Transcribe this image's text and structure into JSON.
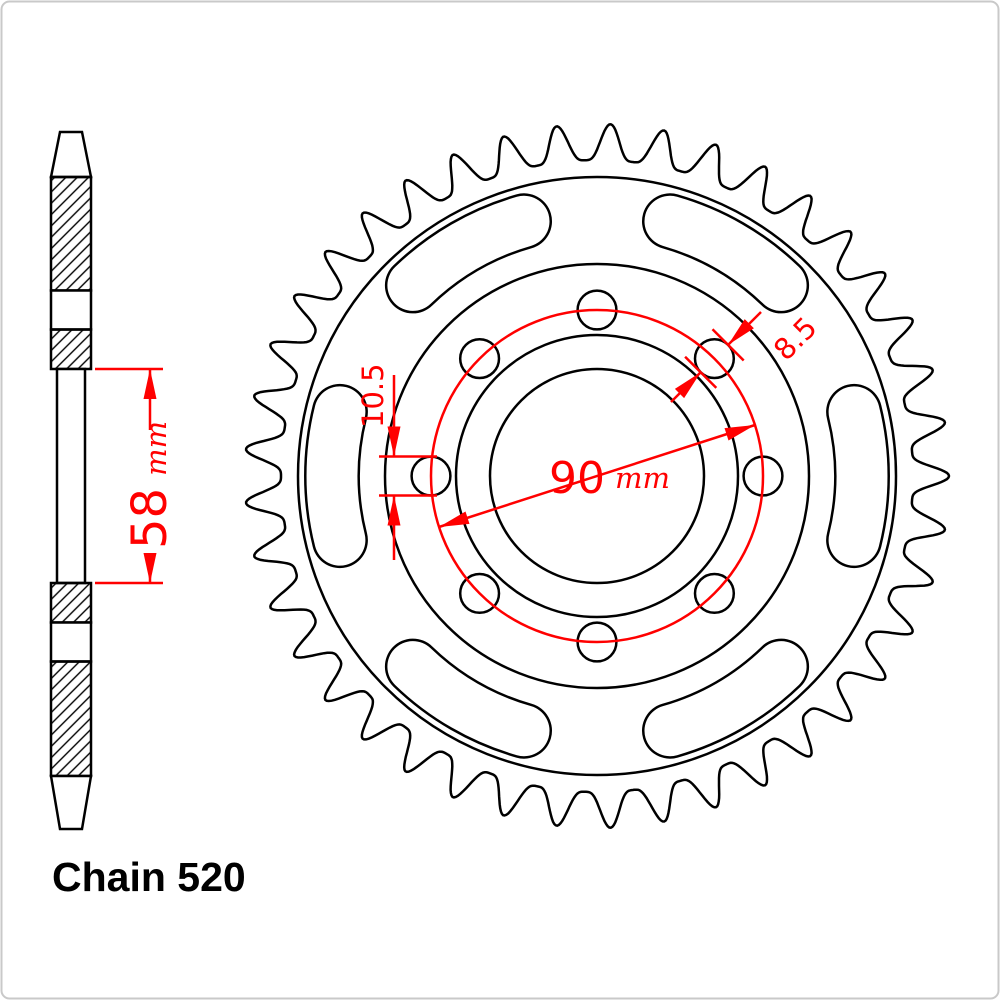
{
  "diagram": {
    "chain_label": "Chain 520",
    "dimensions": {
      "hub_bore": {
        "value": "58",
        "unit": "mm"
      },
      "bolt_circle": {
        "value": "90",
        "unit": "mm"
      },
      "left_hole": "10.5",
      "upper_right_hole": "8.5"
    },
    "colors": {
      "dimension_red": "#ff0000",
      "line_black": "#000000",
      "background": "#ffffff"
    }
  }
}
